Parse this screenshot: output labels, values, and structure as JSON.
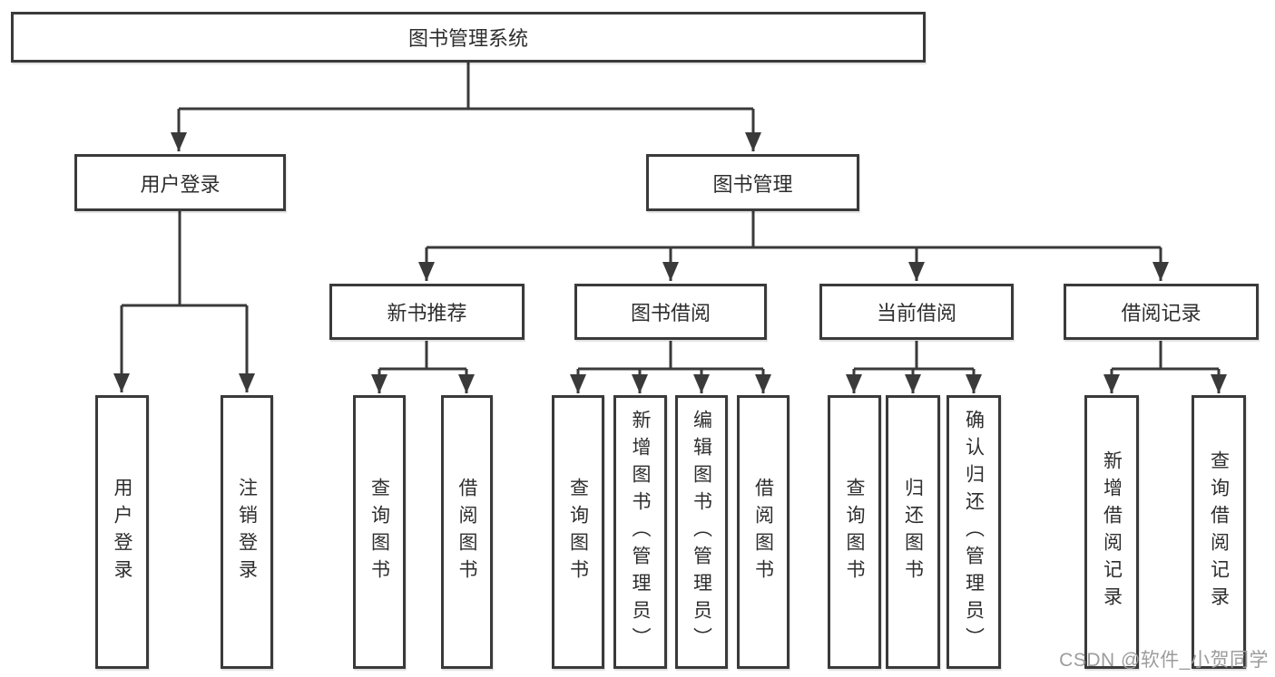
{
  "diagram": {
    "root": {
      "label": "图书管理系统"
    },
    "level1": [
      {
        "label": "用户登录"
      },
      {
        "label": "图书管理"
      }
    ],
    "level2": [
      {
        "label": "新书推荐",
        "parent": "图书管理"
      },
      {
        "label": "图书借阅",
        "parent": "图书管理"
      },
      {
        "label": "当前借阅",
        "parent": "图书管理"
      },
      {
        "label": "借阅记录",
        "parent": "图书管理"
      }
    ],
    "leaves": [
      {
        "label": "用户登录",
        "parent": "用户登录"
      },
      {
        "label": "注销登录",
        "parent": "用户登录"
      },
      {
        "label": "查询图书",
        "parent": "新书推荐"
      },
      {
        "label": "借阅图书",
        "parent": "新书推荐"
      },
      {
        "label": "查询图书",
        "parent": "图书借阅"
      },
      {
        "label": "新增图书（管理员）",
        "parent": "图书借阅"
      },
      {
        "label": "编辑图书（管理员）",
        "parent": "图书借阅"
      },
      {
        "label": "借阅图书",
        "parent": "图书借阅"
      },
      {
        "label": "查询图书",
        "parent": "当前借阅"
      },
      {
        "label": "归还图书",
        "parent": "当前借阅"
      },
      {
        "label": "确认归还（管理员）",
        "parent": "当前借阅"
      },
      {
        "label": "新增借阅记录",
        "parent": "借阅记录"
      },
      {
        "label": "查询借阅记录",
        "parent": "借阅记录"
      }
    ]
  },
  "watermark": "CSDN @软件_小贺同学",
  "colors": {
    "line": "#3a3a3a",
    "box_border": "#3a3a3a",
    "box_fill": "#ffffff",
    "text": "#2e2e2e",
    "watermark": "#9c9c9c",
    "background": "#ffffff"
  }
}
